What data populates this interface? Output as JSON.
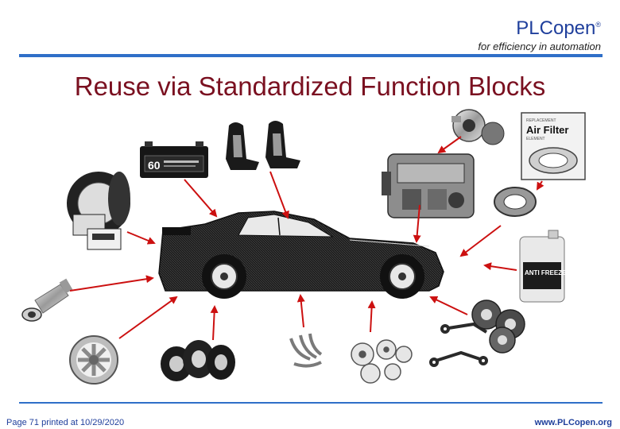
{
  "header": {
    "logo_name": "PLCopen",
    "logo_mark": "®",
    "tagline": "for efficiency in automation"
  },
  "slide": {
    "title": "Reuse via Standardized Function Blocks"
  },
  "images": {
    "battery_text": "60",
    "air_filter_top": "REPLACEMENT",
    "air_filter_name": "Air Filter",
    "air_filter_bottom": "ELEMENT",
    "antifreeze_label": "ANTI FREEZE"
  },
  "footer": {
    "page_label": "Page",
    "page_number": "71",
    "printed_label": "printed at",
    "printed_date": "10/29/2020",
    "website": "www.PLCopen.org"
  },
  "colors": {
    "brand_blue": "#1f3f9c",
    "rule_blue": "#2f6fc8",
    "title_red": "#7a1020",
    "arrow_red": "#cc1010"
  }
}
